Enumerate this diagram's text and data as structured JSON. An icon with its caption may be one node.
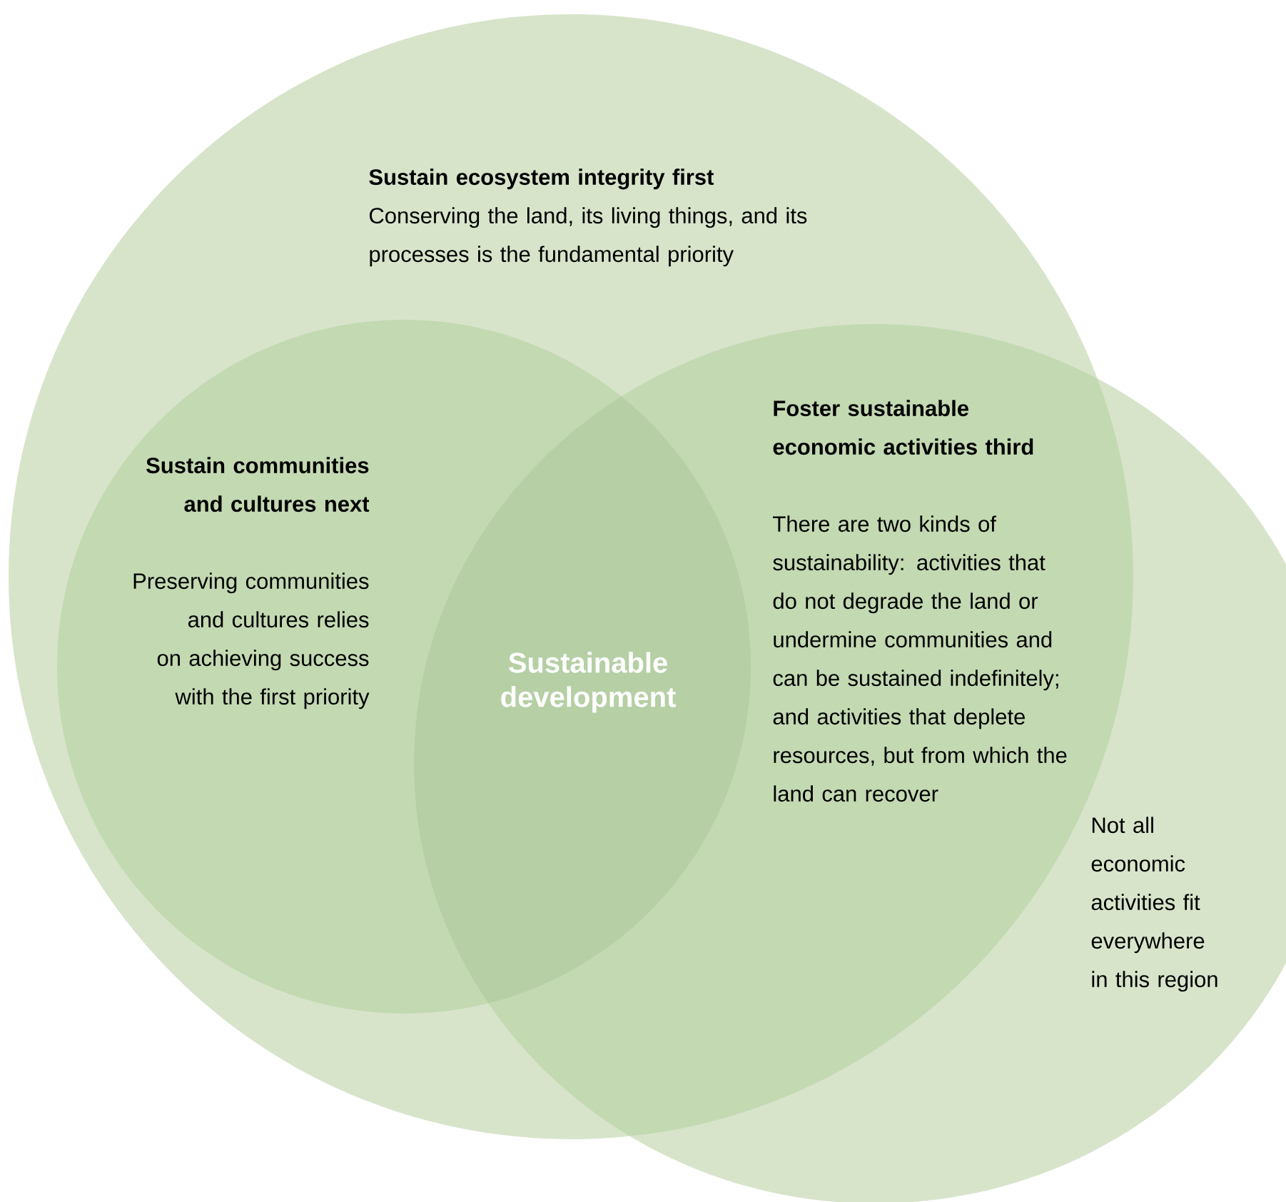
{
  "diagram": {
    "nodes": [
      {
        "text": [
          "Sustain ecosystem integrity first",
          "Conserving the land, its living things, and its processes is the fundamental priority"
        ]
      },
      {
        "text": [
          "Sustain communities and cultures next",
          "Preserving communities and cultures relies on achieving success with the first priority"
        ],
        "in": 0
      },
      {
        "text": [
          "Foster sustainable economic activities third",
          "There are two kinds of sustainability: activities that do not degrade the land or undermine communities and can be sustained indefinitely; and activities that deplete resources, but from which the land can recover",
          "Not all economic activities fit everywhere in this region"
        ]
      }
    ],
    "labels": [
      "Sustainable development"
    ]
  }
}
